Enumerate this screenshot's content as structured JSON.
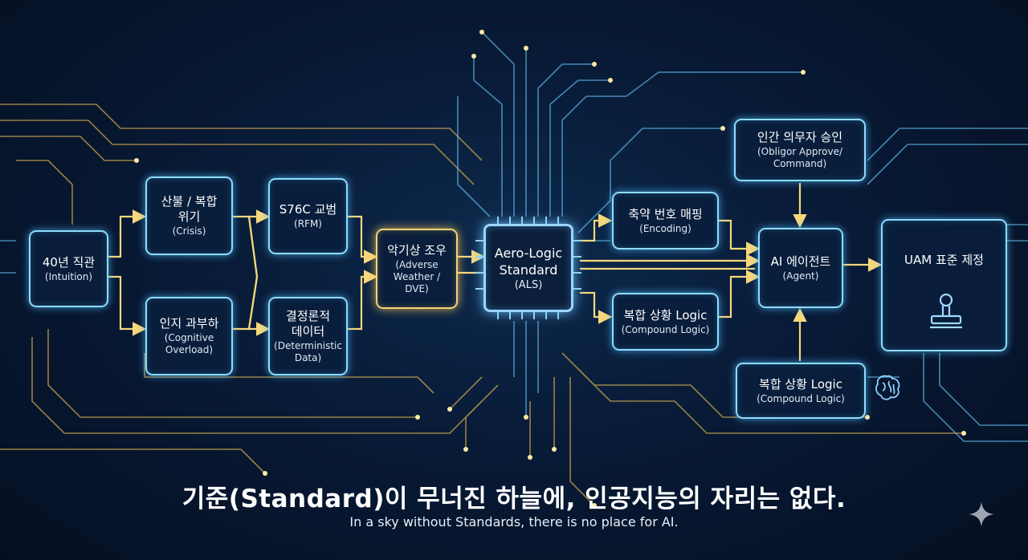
{
  "nodes": {
    "intuition": {
      "title": "40년 직관",
      "sub": "(Intuition)"
    },
    "crisis": {
      "title": "산불 / 복합\n위기",
      "sub": "(Crisis)"
    },
    "overload": {
      "title": "인지 과부하",
      "sub": "(Cognitive\nOverload)"
    },
    "rfm": {
      "title": "S76C 교범",
      "sub": "(RFM)"
    },
    "deterministic": {
      "title": "결정론적\n데이터",
      "sub": "(Deterministic\nData)"
    },
    "weather": {
      "title": "악기상 조우",
      "sub": "(Adverse\nWeather /\nDVE)"
    },
    "als": {
      "title": "Aero-Logic\nStandard",
      "sub": "(ALS)"
    },
    "encoding": {
      "title": "축약 번호 매핑",
      "sub": "(Encoding)"
    },
    "compound_mid": {
      "title": "복합 상황 Logic",
      "sub": "(Compound Logic)"
    },
    "obligor": {
      "title": "인간 의무자 승인",
      "sub": "(Obligor Approve/\nCommand)"
    },
    "agent": {
      "title": "AI 에이전트",
      "sub": "(Agent)"
    },
    "compound_right": {
      "title": "복합 상황 Logic",
      "sub": "(Compound Logic)"
    },
    "uam": {
      "title": "UAM 표준 제정",
      "sub": ""
    }
  },
  "headline": "기준(Standard)이 무너진 하늘에, 인공지능의 자리는 없다.",
  "subline": "In a sky without Standards, there is no place for AI.",
  "icons": [
    "stamp-icon",
    "brain-icon",
    "sparkle-icon"
  ],
  "colors": {
    "background": "#06142b",
    "gold": "#f3d37a",
    "cyan": "#8fdcff",
    "text": "#ffffff"
  }
}
